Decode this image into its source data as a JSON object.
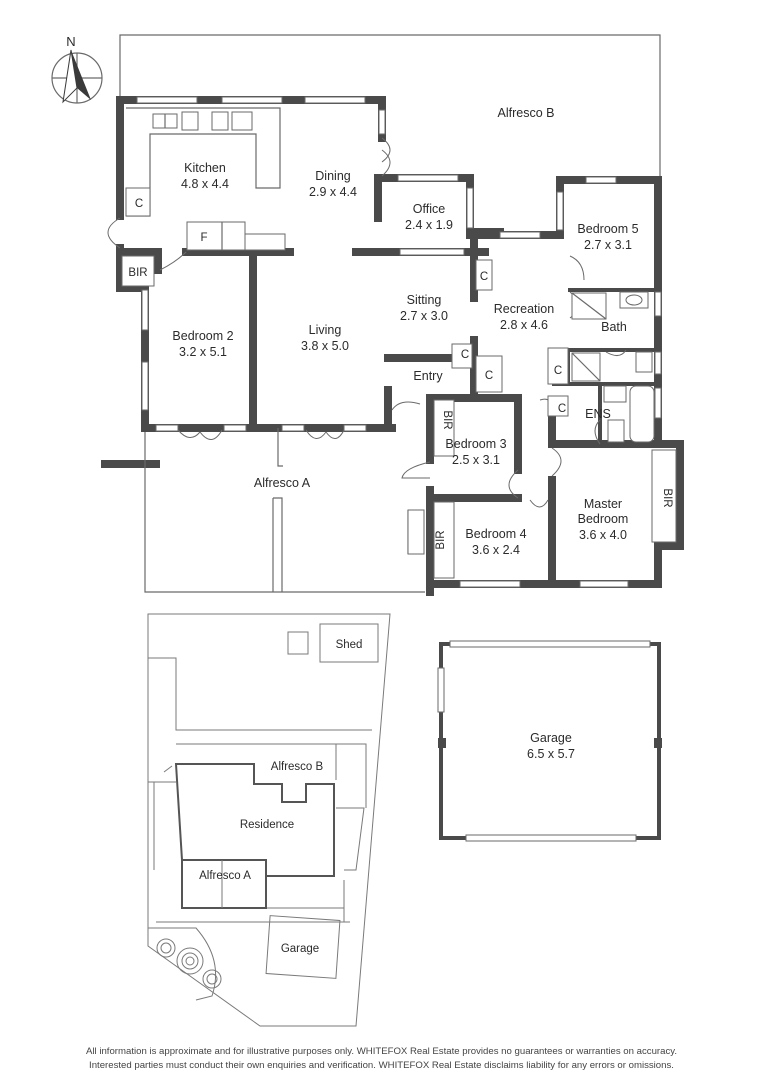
{
  "compass": {
    "letter": "N"
  },
  "rooms": {
    "kitchen": {
      "name": "Kitchen",
      "size": "4.8 x 4.4"
    },
    "dining": {
      "name": "Dining",
      "size": "2.9 x 4.4"
    },
    "office": {
      "name": "Office",
      "size": "2.4 x 1.9"
    },
    "bedroom5": {
      "name": "Bedroom 5",
      "size": "2.7 x 3.1"
    },
    "alfresco_b": {
      "name": "Alfresco B"
    },
    "bedroom2": {
      "name": "Bedroom 2",
      "size": "3.2 x 5.1"
    },
    "living": {
      "name": "Living",
      "size": "3.8 x 5.0"
    },
    "sitting": {
      "name": "Sitting",
      "size": "2.7 x 3.0"
    },
    "recreation": {
      "name": "Recreation",
      "size": "2.8 x 4.6"
    },
    "bath": {
      "name": "Bath"
    },
    "entry": {
      "name": "Entry"
    },
    "ens": {
      "name": "ENS"
    },
    "bedroom3": {
      "name": "Bedroom 3",
      "size": "2.5 x 3.1"
    },
    "alfresco_a": {
      "name": "Alfresco A"
    },
    "master": {
      "name_line1": "Master",
      "name_line2": "Bedroom",
      "size": "3.6 x 4.0"
    },
    "bedroom4": {
      "name": "Bedroom 4",
      "size": "3.6 x 2.4"
    },
    "garage": {
      "name": "Garage",
      "size": "6.5 x 5.7"
    }
  },
  "markers": {
    "cupboard": "C",
    "fridge": "F",
    "bir": "BIR"
  },
  "site_plan": {
    "shed": "Shed",
    "alfresco_b": "Alfresco B",
    "residence": "Residence",
    "alfresco_a": "Alfresco A",
    "garage": "Garage"
  },
  "disclaimer": {
    "line1": "All information is approximate and for illustrative purposes only. WHITEFOX Real Estate provides no guarantees or warranties on accuracy.",
    "line2": "Interested parties must conduct their own enquiries and verification. WHITEFOX Real Estate disclaims liability for any errors or omissions."
  },
  "colors": {
    "wall": "#4a4a4a",
    "line": "#6a6a6a",
    "text": "#2b2b2b"
  }
}
